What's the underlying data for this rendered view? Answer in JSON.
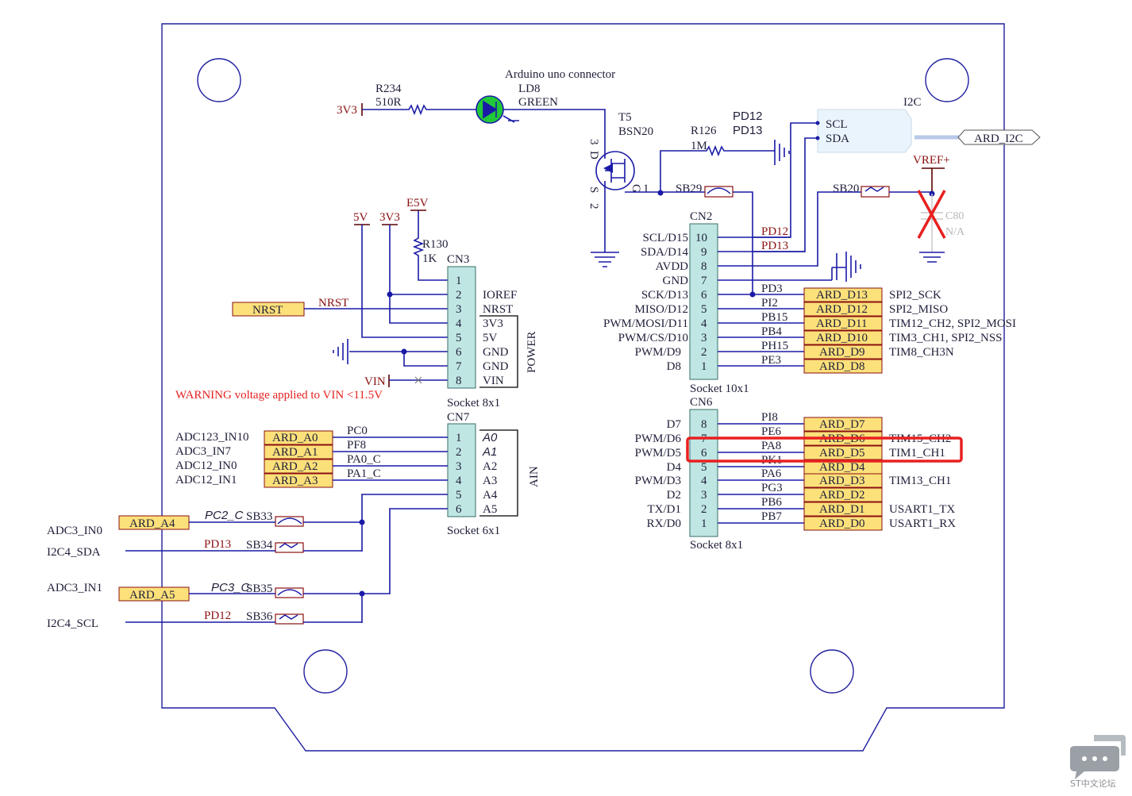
{
  "header": {
    "connector_title": "Arduino uno connector",
    "i2c_label": "I2C",
    "i2c_port": "ARD_I2C",
    "scl": "SCL",
    "sda": "SDA"
  },
  "led": {
    "ref": "LD8",
    "color": "GREEN"
  },
  "r234": {
    "ref": "R234",
    "value": "510R",
    "supply": "3V3"
  },
  "t5": {
    "ref": "T5",
    "part": "BSN20",
    "pin_d": "D",
    "pin_3": "3",
    "pin_s": "S",
    "pin_2": "2",
    "pin_g": "G",
    "pin_1": "1"
  },
  "r126": {
    "ref": "R126",
    "value": "1M",
    "pd12": "PD12",
    "pd13": "PD13"
  },
  "sb29": "SB29",
  "sb20": "SB20",
  "vref": "VREF+",
  "c80": {
    "ref": "C80",
    "value": "N/A"
  },
  "power_supplies": {
    "v5": "5V",
    "v3v3": "3V3",
    "e5v": "E5V"
  },
  "r130": {
    "ref": "R130",
    "value": "1K"
  },
  "nrst_port": "NRST",
  "nrst_net": "NRST",
  "vin_net": "VIN",
  "warning": "WARNING voltage applied to VIN <11.5V",
  "cn3": {
    "ref": "CN3",
    "footer": "Socket 8x1",
    "group": "POWER",
    "pins": [
      "1",
      "2",
      "3",
      "4",
      "5",
      "6",
      "7",
      "8"
    ],
    "names": [
      "IOREF",
      "NRST",
      "3V3",
      "5V",
      "GND",
      "GND",
      "VIN"
    ]
  },
  "cn7": {
    "ref": "CN7",
    "footer": "Socket 6x1",
    "group": "AIN",
    "pins": [
      "1",
      "2",
      "3",
      "4",
      "5",
      "6"
    ],
    "names": [
      "A0",
      "A1",
      "A2",
      "A3",
      "A4",
      "A5"
    ],
    "nets": [
      "PC0",
      "PF8",
      "PA0_C",
      "PA1_C"
    ],
    "ports": [
      "ARD_A0",
      "ARD_A1",
      "ARD_A2",
      "ARD_A3"
    ],
    "functions": [
      "ADC123_IN10",
      "ADC3_IN7",
      "ADC12_IN0",
      "ADC12_IN1"
    ]
  },
  "a4_block": {
    "port": "ARD_A4",
    "net": "PC2_C",
    "sb_a": "SB33",
    "func_a": "ADC3_IN0",
    "net_b": "PD13",
    "sb_b": "SB34",
    "func_b": "I2C4_SDA"
  },
  "a5_block": {
    "port": "ARD_A5",
    "net": "PC3_C",
    "sb_a": "SB35",
    "func_a": "ADC3_IN1",
    "net_b": "PD12",
    "sb_b": "SB36",
    "func_b": "I2C4_SCL"
  },
  "cn2": {
    "ref": "CN2",
    "footer": "Socket 10x1",
    "pins": [
      "10",
      "9",
      "8",
      "7",
      "6",
      "5",
      "4",
      "3",
      "2",
      "1"
    ],
    "names": [
      "SCL/D15",
      "SDA/D14",
      "AVDD",
      "GND",
      "SCK/D13",
      "MISO/D12",
      "PWM/MOSI/D11",
      "PWM/CS/D10",
      "PWM/D9",
      "D8"
    ],
    "nets": [
      "PD12",
      "PD13",
      "PD3",
      "PI2",
      "PB15",
      "PB4",
      "PH15",
      "PE3"
    ],
    "ports": [
      "ARD_D13",
      "ARD_D12",
      "ARD_D11",
      "ARD_D10",
      "ARD_D9",
      "ARD_D8"
    ],
    "functions": [
      "SPI2_SCK",
      "SPI2_MISO",
      "TIM12_CH2, SPI2_MOSI",
      "TIM3_CH1, SPI2_NSS",
      "TIM8_CH3N"
    ]
  },
  "cn6": {
    "ref": "CN6",
    "footer": "Socket 8x1",
    "pins": [
      "8",
      "7",
      "6",
      "5",
      "4",
      "3",
      "2",
      "1"
    ],
    "names": [
      "D7",
      "PWM/D6",
      "PWM/D5",
      "D4",
      "PWM/D3",
      "D2",
      "TX/D1",
      "RX/D0"
    ],
    "nets": [
      "PI8",
      "PE6",
      "PA8",
      "PK1",
      "PA6",
      "PG3",
      "PB6",
      "PB7"
    ],
    "ports": [
      "ARD_D7",
      "ARD_D6",
      "ARD_D5",
      "ARD_D4",
      "ARD_D3",
      "ARD_D2",
      "ARD_D1",
      "ARD_D0"
    ],
    "functions": [
      "TIM15_CH2",
      "TIM1_CH1",
      "TIM13_CH1",
      "USART1_TX",
      "USART1_RX"
    ]
  },
  "watermark": {
    "text": "ST中文论坛"
  },
  "colors": {
    "wire": "#1a1aa6",
    "port_fill": "#fce07a",
    "socket_fill": "#bfe6e3",
    "highlight": "#e82020",
    "net_label": "#8a1010"
  }
}
